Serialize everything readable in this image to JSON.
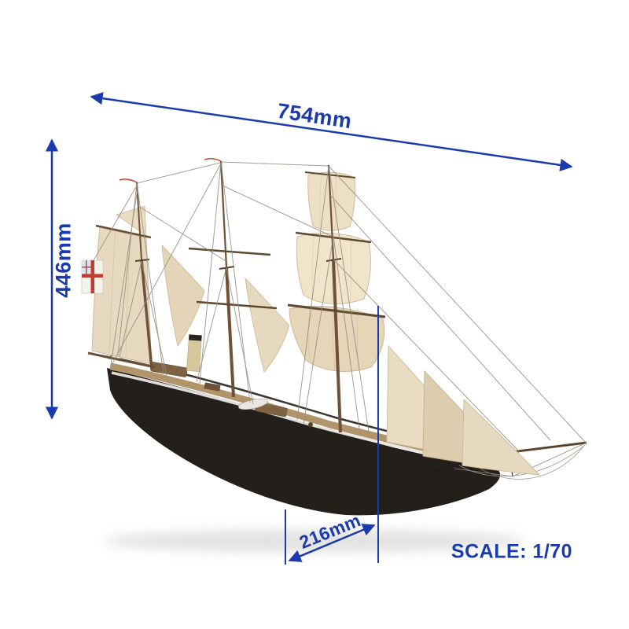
{
  "background_color": "#ffffff",
  "accent_color": "#1b3aad",
  "dimensions": {
    "width": "754mm",
    "height": "446mm",
    "beam": "216mm"
  },
  "scale": "SCALE: 1/70",
  "illustration": {
    "name": "three-masted ship model with sails",
    "hull_color": "#23201b",
    "sail_color": "#e9dcc2",
    "deck_color": "#b2946b",
    "flag_cross_color": "#c23b2e"
  }
}
